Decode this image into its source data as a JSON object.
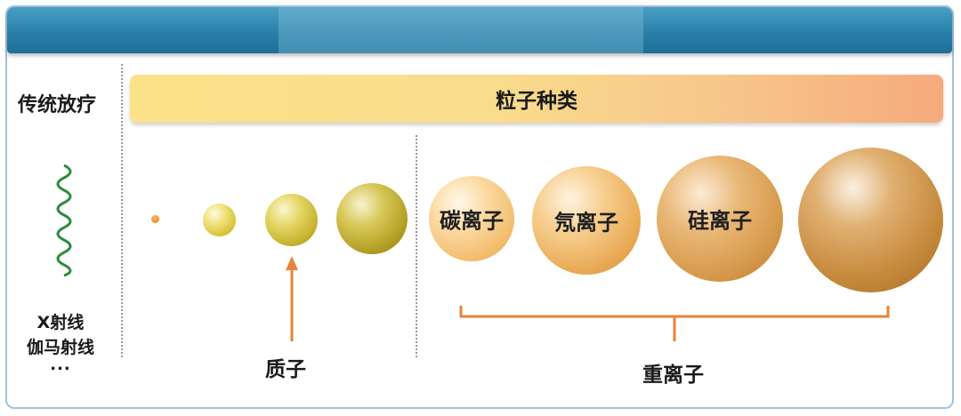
{
  "left_panel": {
    "title": "传统放疗",
    "wave_color": "#2e8b3a",
    "items": [
      "X射线",
      "伽马射线",
      "..."
    ]
  },
  "category_bar": {
    "label": "粒子种类"
  },
  "particles": {
    "carbon_label": "碳离子",
    "neon_label": "氖离子",
    "silicon_label": "硅离子"
  },
  "captions": {
    "proton": "质子",
    "heavy_ion": "重离子"
  },
  "colors": {
    "banner": "#2a80aa",
    "arrow": "#e8823a",
    "bracket": "#e8823a"
  }
}
